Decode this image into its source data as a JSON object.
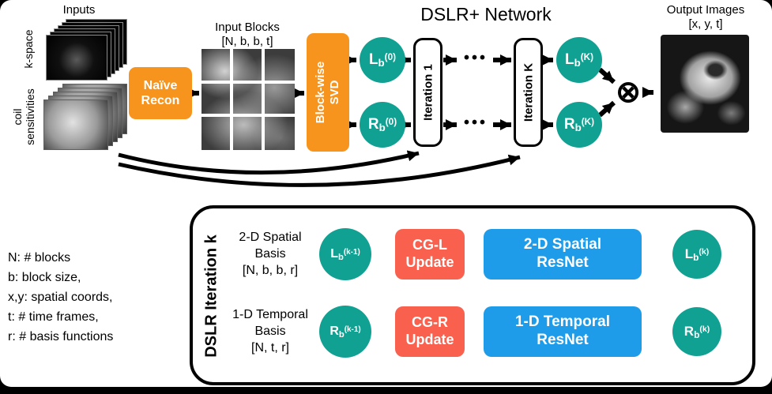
{
  "diagram": {
    "title": "DSLR+ Network",
    "inputs": {
      "label": "Inputs",
      "kspace": "k-space",
      "coil": "coil\nsensitivities"
    },
    "naive_recon": "Naïve\nRecon",
    "input_blocks": {
      "label": "Input Blocks",
      "dims": "[N, b, b, t]"
    },
    "svd": "Block-wise\nSVD",
    "iter1": "Iteration 1",
    "iterK": "Iteration K",
    "dots": "•••",
    "tensor_product": "⊗",
    "output": {
      "label": "Output Images",
      "dims": "[x, y, t]"
    },
    "nodes": {
      "lb0": {
        "main": "L",
        "sub": "b",
        "sup": "(0)"
      },
      "rb0": {
        "main": "R",
        "sub": "b",
        "sup": "(0)"
      },
      "lbK": {
        "main": "L",
        "sub": "b",
        "sup": "(K)"
      },
      "rbK": {
        "main": "R",
        "sub": "b",
        "sup": "(K)"
      },
      "lbk1": {
        "main": "L",
        "sub": "b",
        "sup": "(k-1)"
      },
      "rbk1": {
        "main": "R",
        "sub": "b",
        "sup": "(k-1)"
      },
      "lbk": {
        "main": "L",
        "sub": "b",
        "sup": "(k)"
      },
      "rbk": {
        "main": "R",
        "sub": "b",
        "sup": "(k)"
      }
    },
    "legend": [
      "N: # blocks",
      "b: block size,",
      "x,y: spatial coords,",
      "t: # time frames,",
      "r: # basis functions"
    ],
    "iteration_detail": {
      "title": "DSLR Iteration k",
      "spatial_basis": {
        "label": "2-D Spatial Basis",
        "dims": "[N, b, b, r]"
      },
      "temporal_basis": {
        "label": "1-D Temporal Basis",
        "dims": "[N, t, r]"
      },
      "cg_l": "CG-L\nUpdate",
      "cg_r": "CG-R\nUpdate",
      "spatial_resnet": "2-D Spatial\nResNet",
      "temporal_resnet": "1-D Temporal\nResNet"
    },
    "colors": {
      "orange": "#F7941E",
      "teal": "#11A192",
      "red": "#F9604E",
      "blue": "#1F9CE9"
    }
  }
}
